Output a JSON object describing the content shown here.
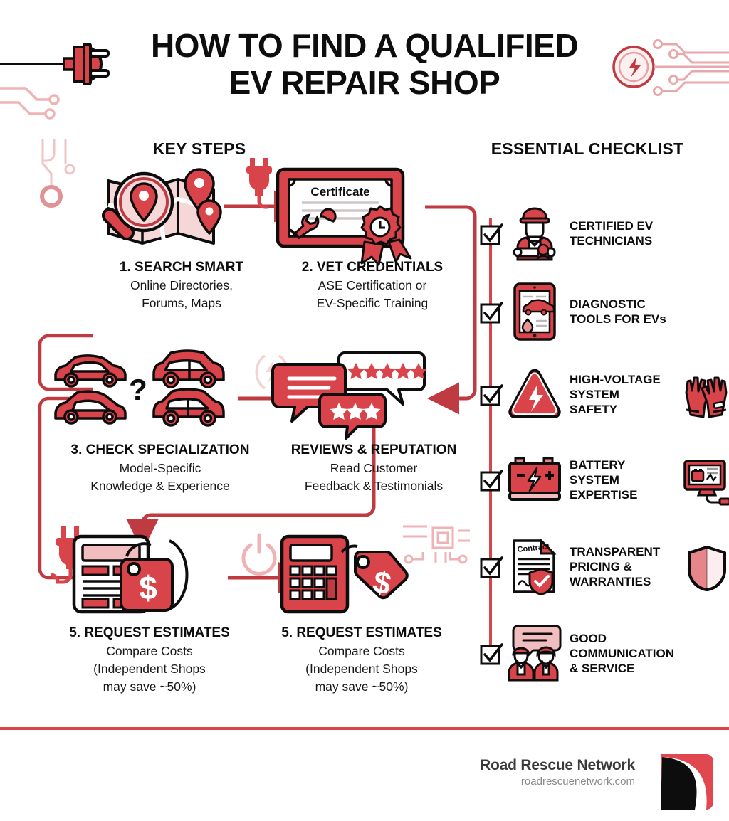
{
  "header": {
    "title_line1": "HOW TO FIND A QUALIFIED",
    "title_line2": "EV REPAIR SHOP",
    "left_icon": "power-plug-icon",
    "right_icon": "lightning-badge-circuit-icon"
  },
  "sections": {
    "key_steps_head": "KEY STEPS",
    "checklist_head": "ESSENTIAL CHECKLIST"
  },
  "steps": [
    {
      "title": "1. SEARCH SMART",
      "sub_line1": "Online Directories,",
      "sub_line2": "Forums, Maps",
      "icon": "map-magnifier-pin-icon"
    },
    {
      "title": "2. VET CREDENTIALS",
      "sub_line1": "ASE Certification or",
      "sub_line2": "EV-Specific Training",
      "icon": "certificate-wrench-ribbon-icon",
      "art_label": "Certificate"
    },
    {
      "title": "3. CHECK SPECIALIZATION",
      "sub_line1": "Model-Specific",
      "sub_line2": "Knowledge & Experience",
      "icon": "four-cars-question-mark-icon",
      "art_label": "?"
    },
    {
      "title": "REVIEWS & REPUTATION",
      "sub_line1": "Read Customer",
      "sub_line2": "Feedback & Testimonials",
      "icon": "speech-bubbles-stars-icon"
    },
    {
      "title": "5. REQUEST ESTIMATES",
      "sub_line1": "Compare Costs",
      "sub_line2": "(Independent Shops",
      "sub_line3": "may save ~50%)",
      "icon": "invoice-dollar-tag-icon"
    },
    {
      "title": "5. REQUEST ESTIMATES",
      "sub_line1": "Compare Costs",
      "sub_line2": "(Independent Shops",
      "sub_line3": "may save ~50%)",
      "icon": "calculator-dollar-tag-icon"
    }
  ],
  "checklist": [
    {
      "label_line1": "CERTIFIED EV",
      "label_line2": "TECHNICIANS",
      "icon": "technician-diploma-icon",
      "checked": true
    },
    {
      "label_line1": "DIAGNOSTIC",
      "label_line2": "TOOLS FOR EVs",
      "icon": "tablet-diagnostic-icon",
      "checked": true
    },
    {
      "label_line1": "HIGH-VOLTAGE",
      "label_line2": "SYSTEM",
      "label_line3": "SAFETY",
      "icon": "hazard-triangle-icon",
      "extra_icon": "safety-gloves-icon",
      "checked": true
    },
    {
      "label_line1": "BATTERY",
      "label_line2": "SYSTEM",
      "label_line3": "EXPERTISE",
      "icon": "battery-icon",
      "extra_icon": "monitor-diagnostic-icon",
      "checked": true
    },
    {
      "label_line1": "TRANSPARENT",
      "label_line2": "PRICING &",
      "label_line3": "WARRANTIES",
      "icon": "contract-shield-icon",
      "extra_icon": "shield-icon",
      "art_label": "Contract",
      "checked": true
    },
    {
      "label_line1": "GOOD",
      "label_line2": "COMMUNICATION",
      "label_line3": "& SERVICE",
      "icon": "two-people-speech-icon",
      "checked": true
    }
  ],
  "decorations": {
    "plug_connector": "plug-connector-icon",
    "lightning_watermark": "lightning-watermark-icon",
    "power_watermark": "power-button-watermark-icon",
    "circuit_watermark": "circuit-board-watermark-icon",
    "gear_watermark": "gear-circuit-watermark-icon",
    "plug_cable": "plug-cable-icon"
  },
  "footer": {
    "brand_name": "Road Rescue Network",
    "brand_url": "roadrescuenetwork.com",
    "logo": "road-rescue-network-logo"
  },
  "colors": {
    "red": "#d9434a",
    "red_dark": "#c03a41",
    "red_light": "#f0b3b5",
    "red_pale": "#f7dcdd",
    "ink": "#0d0d0d",
    "grey": "#8a8a8a"
  }
}
